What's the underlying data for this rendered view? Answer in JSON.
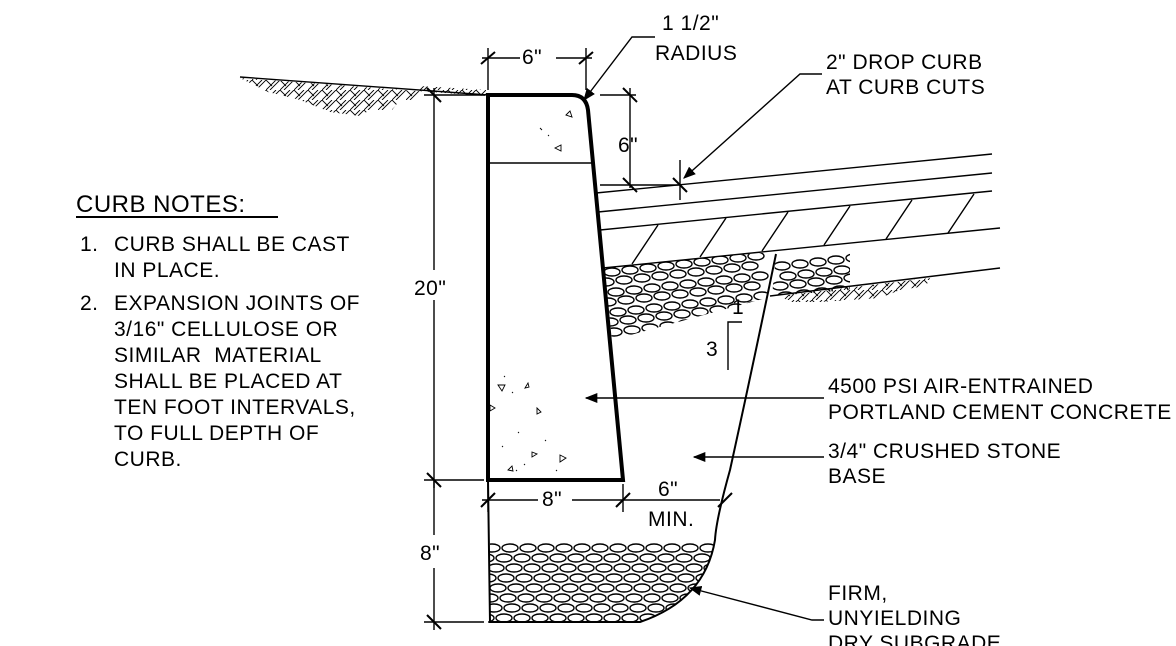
{
  "notes": {
    "title": "CURB NOTES:",
    "items": [
      {
        "num": "1.",
        "lines": [
          "CURB SHALL BE CAST",
          "IN PLACE."
        ]
      },
      {
        "num": "2.",
        "lines": [
          "EXPANSION JOINTS OF",
          "3/16\" CELLULOSE OR",
          "SIMILAR  MATERIAL",
          "SHALL BE PLACED AT",
          "TEN FOOT INTERVALS,",
          "TO FULL DEPTH OF",
          "CURB."
        ]
      }
    ]
  },
  "dimensions": {
    "top_width": "6\"",
    "height": "20\"",
    "bottom_width": "8\"",
    "base_depth": "8\"",
    "drop": "6\"",
    "min_line1": "6\"",
    "min_line2": "MIN.",
    "radius_line1": "1 1/2\"",
    "radius_line2": "RADIUS"
  },
  "slope": {
    "rise": "1",
    "run": "3"
  },
  "callouts": {
    "drop_curb": [
      "2\" DROP CURB",
      "AT CURB CUTS"
    ],
    "concrete": [
      "4500 PSI AIR-ENTRAINED",
      "PORTLAND CEMENT CONCRETE"
    ],
    "stone": [
      "3/4\" CRUSHED STONE",
      "BASE"
    ],
    "subgrade": [
      "FIRM,",
      "UNYIELDING",
      "DRY SUBGRADE"
    ]
  }
}
